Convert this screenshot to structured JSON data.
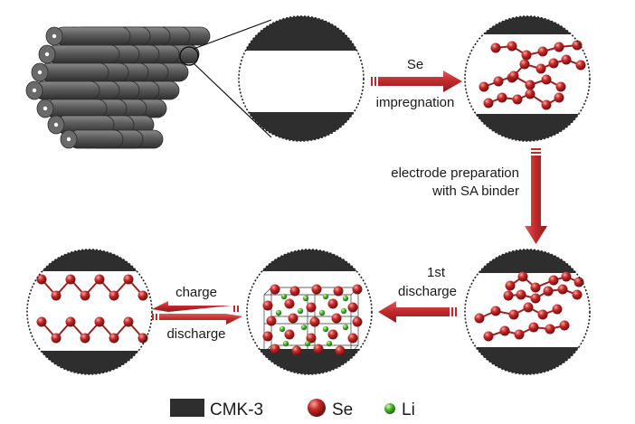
{
  "labels": {
    "se_arrow_top": "Se",
    "se_arrow_bottom": "impregnation",
    "electrode_line1": "electrode preparation",
    "electrode_line2": "with SA binder",
    "first_discharge_line1": "1st",
    "first_discharge_line2": "discharge",
    "charge": "charge",
    "discharge": "discharge"
  },
  "legend": {
    "cmk3": "CMK-3",
    "se": "Se",
    "li": "Li"
  },
  "colors": {
    "carbon_wall": "#2e2e2e",
    "selenium": "#b01c1c",
    "selenium_bond": "#9a2020",
    "lithium": "#4caf2a",
    "arrow": "#c0282b",
    "rod": "#555555"
  }
}
